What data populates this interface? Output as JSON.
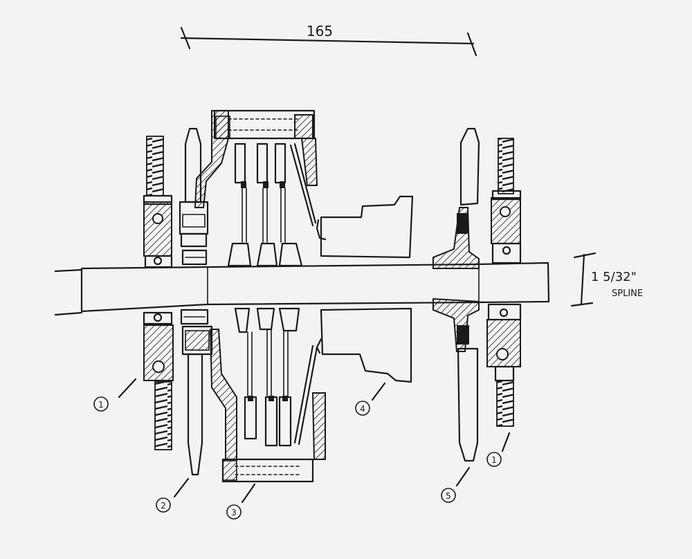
{
  "dimension": {
    "length": "165"
  },
  "spline": {
    "size": "1 5/32\"",
    "label": "SPLINE"
  },
  "callouts": [
    {
      "num": "1"
    },
    {
      "num": "2"
    },
    {
      "num": "3"
    },
    {
      "num": "4"
    },
    {
      "num": "5"
    },
    {
      "num": "1"
    }
  ]
}
